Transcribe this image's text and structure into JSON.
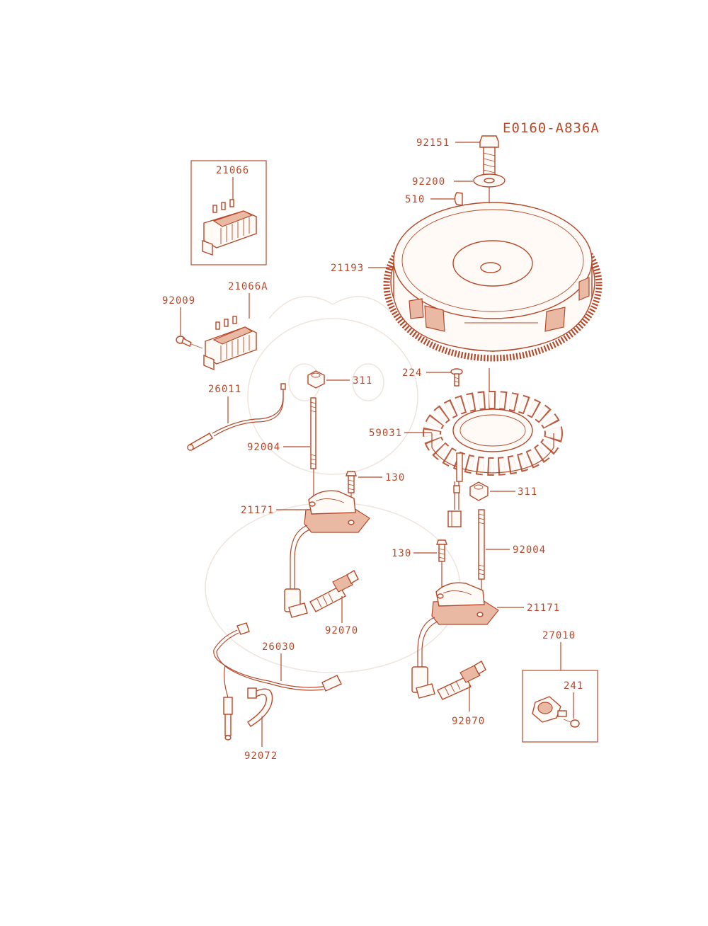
{
  "diagram": {
    "code": "E0160-A836A",
    "accent_color": "#b5492a",
    "part_labels": [
      {
        "id": "p92151",
        "text": "92151"
      },
      {
        "id": "p92200",
        "text": "92200"
      },
      {
        "id": "p510",
        "text": "510"
      },
      {
        "id": "p21193",
        "text": "21193"
      },
      {
        "id": "p21066",
        "text": "21066"
      },
      {
        "id": "p21066A",
        "text": "21066A"
      },
      {
        "id": "p92009",
        "text": "92009"
      },
      {
        "id": "p224",
        "text": "224"
      },
      {
        "id": "p311a",
        "text": "311"
      },
      {
        "id": "p26011",
        "text": "26011"
      },
      {
        "id": "p59031",
        "text": "59031"
      },
      {
        "id": "p92004a",
        "text": "92004"
      },
      {
        "id": "p130a",
        "text": "130"
      },
      {
        "id": "p311b",
        "text": "311"
      },
      {
        "id": "p21171a",
        "text": "21171"
      },
      {
        "id": "p130b",
        "text": "130"
      },
      {
        "id": "p92004b",
        "text": "92004"
      },
      {
        "id": "p21171b",
        "text": "21171"
      },
      {
        "id": "p92070a",
        "text": "92070"
      },
      {
        "id": "p27010",
        "text": "27010"
      },
      {
        "id": "p26030",
        "text": "26030"
      },
      {
        "id": "p241",
        "text": "241"
      },
      {
        "id": "p92070b",
        "text": "92070"
      },
      {
        "id": "p92072",
        "text": "92072"
      }
    ]
  }
}
